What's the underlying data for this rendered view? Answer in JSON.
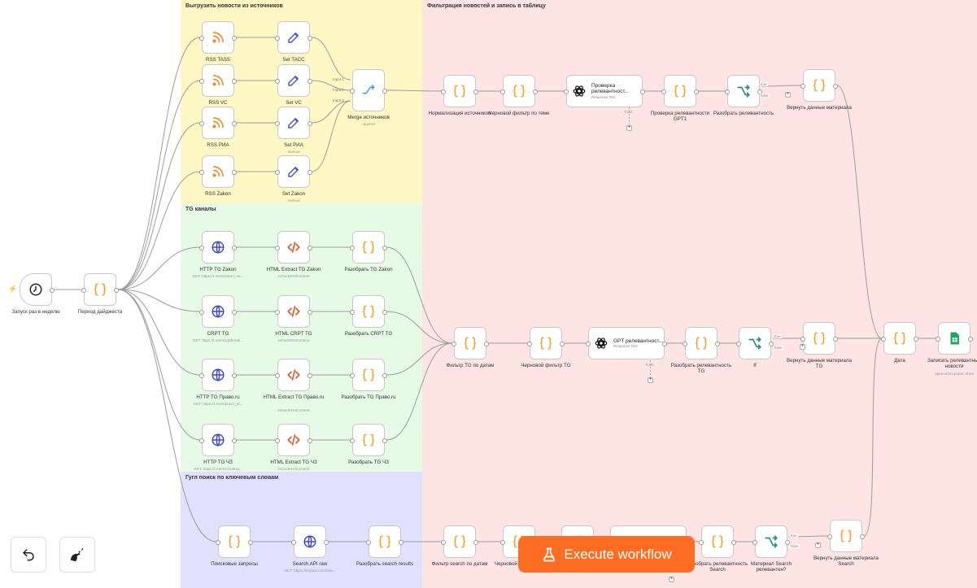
{
  "sticky_notes": [
    {
      "id": "rss",
      "title": "Выгрузить новости из источников",
      "color": "#fff7c4"
    },
    {
      "id": "filter",
      "title": "Фильтрация новостей и запись в таблицу",
      "color": "#ffe4e4"
    },
    {
      "id": "tg",
      "title": "TG каналы",
      "color": "#e6fae6"
    },
    {
      "id": "google",
      "title": "Гугл поиск по ключевым словам",
      "color": "#e2e0ff"
    }
  ],
  "nodes": [
    {
      "id": "trigger",
      "label": "Запуск раз в неделю",
      "icon": "clock-icon",
      "sub": ""
    },
    {
      "id": "period",
      "label": "Период дайджеста",
      "icon": "code-braces-icon",
      "sub": ""
    },
    {
      "id": "rss_tass",
      "label": "RSS TASS",
      "icon": "rss-icon",
      "sub": ""
    },
    {
      "id": "rss_vc",
      "label": "RSS VC",
      "icon": "rss-icon",
      "sub": ""
    },
    {
      "id": "rss_ria",
      "label": "RSS РИА",
      "icon": "rss-icon",
      "sub": ""
    },
    {
      "id": "rss_zakon",
      "label": "RSS Zakon",
      "icon": "rss-icon",
      "sub": ""
    },
    {
      "id": "set_tass",
      "label": "Set TACC",
      "icon": "pencil-icon",
      "sub": ""
    },
    {
      "id": "set_vc",
      "label": "Set VC",
      "icon": "pencil-icon",
      "sub": ""
    },
    {
      "id": "set_ria",
      "label": "Set РИА",
      "icon": "pencil-icon",
      "sub": "manual"
    },
    {
      "id": "set_zakon",
      "label": "Set Zakon",
      "icon": "pencil-icon",
      "sub": "manual"
    },
    {
      "id": "merge",
      "label": "Merge источников",
      "icon": "merge-icon",
      "sub": "append"
    },
    {
      "id": "norm",
      "label": "Нормализация источников",
      "icon": "code-braces-icon",
      "sub": ""
    },
    {
      "id": "draft_topic",
      "label": "Черновой фильтр по теме",
      "icon": "code-braces-icon",
      "sub": ""
    },
    {
      "id": "gpt1",
      "label": "",
      "icon": "openai-icon",
      "sub": "",
      "title": "Проверка релевантност...",
      "subtitle": "Response Text"
    },
    {
      "id": "parse_gpt1",
      "label": "Проверка релевантности GPT1",
      "icon": "code-braces-icon",
      "sub": ""
    },
    {
      "id": "parse_rel",
      "label": "Разобрать релевантность",
      "icon": "switch-icon",
      "sub": ""
    },
    {
      "id": "return_mat",
      "label": "Вернуть данные материала",
      "icon": "code-braces-icon",
      "sub": ""
    },
    {
      "id": "http_zakon",
      "label": "HTTP TG Zakon",
      "icon": "globe-icon",
      "sub": "GET: https://t.me/s/zakon_ne..."
    },
    {
      "id": "html_zakon",
      "label": "HTML Extract TG Zakon",
      "icon": "html-icon",
      "sub": "extractHtmlContent"
    },
    {
      "id": "parse_zakon",
      "label": "Разобрать TG Zakon",
      "icon": "code-braces-icon",
      "sub": ""
    },
    {
      "id": "http_crpt",
      "label": "CRPT TG",
      "icon": "globe-icon",
      "sub": "GET: https://t.me/s/crptbreak..."
    },
    {
      "id": "html_crpt",
      "label": "HTML CRPT TG",
      "icon": "html-icon",
      "sub": "extractHtmlContent"
    },
    {
      "id": "parse_crpt",
      "label": "Разобрать CRPT TG",
      "icon": "code-braces-icon",
      "sub": ""
    },
    {
      "id": "http_pravo",
      "label": "HTTP TG Право.ru",
      "icon": "globe-icon",
      "sub": "GET: https://t.me/s/pravo_pr..."
    },
    {
      "id": "html_pravo",
      "label": "HTML Extract TG Право.ru",
      "icon": "html-icon",
      "sub": "extractHtmlContent"
    },
    {
      "id": "parse_pravo",
      "label": "Разобрать TG Право.ru",
      "icon": "code-braces-icon",
      "sub": ""
    },
    {
      "id": "http_chz",
      "label": "HTTP TG ЧЗ",
      "icon": "globe-icon",
      "sub": "GET: https://t.me/s/chestnyi..."
    },
    {
      "id": "html_chz",
      "label": "HTML Extract TG ЧЗ",
      "icon": "html-icon",
      "sub": "extractHtmlContent"
    },
    {
      "id": "parse_chz",
      "label": "Разобрать TG ЧЗ",
      "icon": "code-braces-icon",
      "sub": ""
    },
    {
      "id": "filter_tg_dates",
      "label": "Фильтр TG по датам",
      "icon": "code-braces-icon",
      "sub": ""
    },
    {
      "id": "draft_tg",
      "label": "Черновой фильтр TG",
      "icon": "code-braces-icon",
      "sub": ""
    },
    {
      "id": "gpt_tg",
      "label": "",
      "icon": "openai-icon",
      "sub": "",
      "title": "GPT релевантност...",
      "subtitle": "Response Text"
    },
    {
      "id": "parse_tg_rel",
      "label": "Разобрать релевантность TG",
      "icon": "code-braces-icon",
      "sub": ""
    },
    {
      "id": "if",
      "label": "If",
      "icon": "switch-icon",
      "sub": ""
    },
    {
      "id": "return_tg",
      "label": "Вернуть данные материала TG",
      "icon": "code-braces-icon",
      "sub": ""
    },
    {
      "id": "date",
      "label": "Дата",
      "icon": "code-braces-icon",
      "sub": ""
    },
    {
      "id": "sheets",
      "label": "Записать релевантные новости",
      "icon": "sheets-icon",
      "sub": "appendOrUpdate: shee"
    },
    {
      "id": "search_queries",
      "label": "Поисковые запросы",
      "icon": "code-braces-icon",
      "sub": ""
    },
    {
      "id": "search_api",
      "label": "Search API raw",
      "icon": "globe-icon",
      "sub": "GET: https://serpapi.com/sea..."
    },
    {
      "id": "parse_search",
      "label": "Разобрать search results",
      "icon": "code-braces-icon",
      "sub": ""
    },
    {
      "id": "filter_search",
      "label": "Фильтр search по датам",
      "icon": "code-braces-icon",
      "sub": ""
    },
    {
      "id": "draft_search",
      "label": "Черновой фи... sea...",
      "icon": "code-braces-icon",
      "sub": ""
    },
    {
      "id": "draft_search2",
      "label": "",
      "icon": "code-braces-icon",
      "sub": ""
    },
    {
      "id": "gpt_search",
      "label": "",
      "icon": "openai-icon",
      "sub": "",
      "title": "GPT",
      "subtitle": ""
    },
    {
      "id": "parse_search_rel",
      "label": "Разобрать релевантность Search",
      "icon": "code-braces-icon",
      "sub": ""
    },
    {
      "id": "search_rel_q",
      "label": "Материал Search релевантен?",
      "icon": "switch-icon",
      "sub": ""
    },
    {
      "id": "return_search",
      "label": "Вернуть данные материала Search",
      "icon": "code-braces-icon",
      "sub": ""
    }
  ],
  "misc": {
    "tools": "Tools",
    "true": "true",
    "false": "false",
    "input1": "Input 1",
    "input2": "Input 2",
    "input3": "Input 3",
    "plus": "+"
  },
  "controls": {
    "execute_label": "Execute workflow",
    "undo": "undo-icon",
    "tidy": "broom-icon"
  },
  "colors": {
    "accent": "#ff6d23",
    "braces": "#f7a021",
    "rss": "#f28b2b",
    "pencil": "#4a56d6",
    "globe": "#3f48c8",
    "html": "#e0572b",
    "switch": "#2a8c7c",
    "sheets": "#1fa463"
  }
}
